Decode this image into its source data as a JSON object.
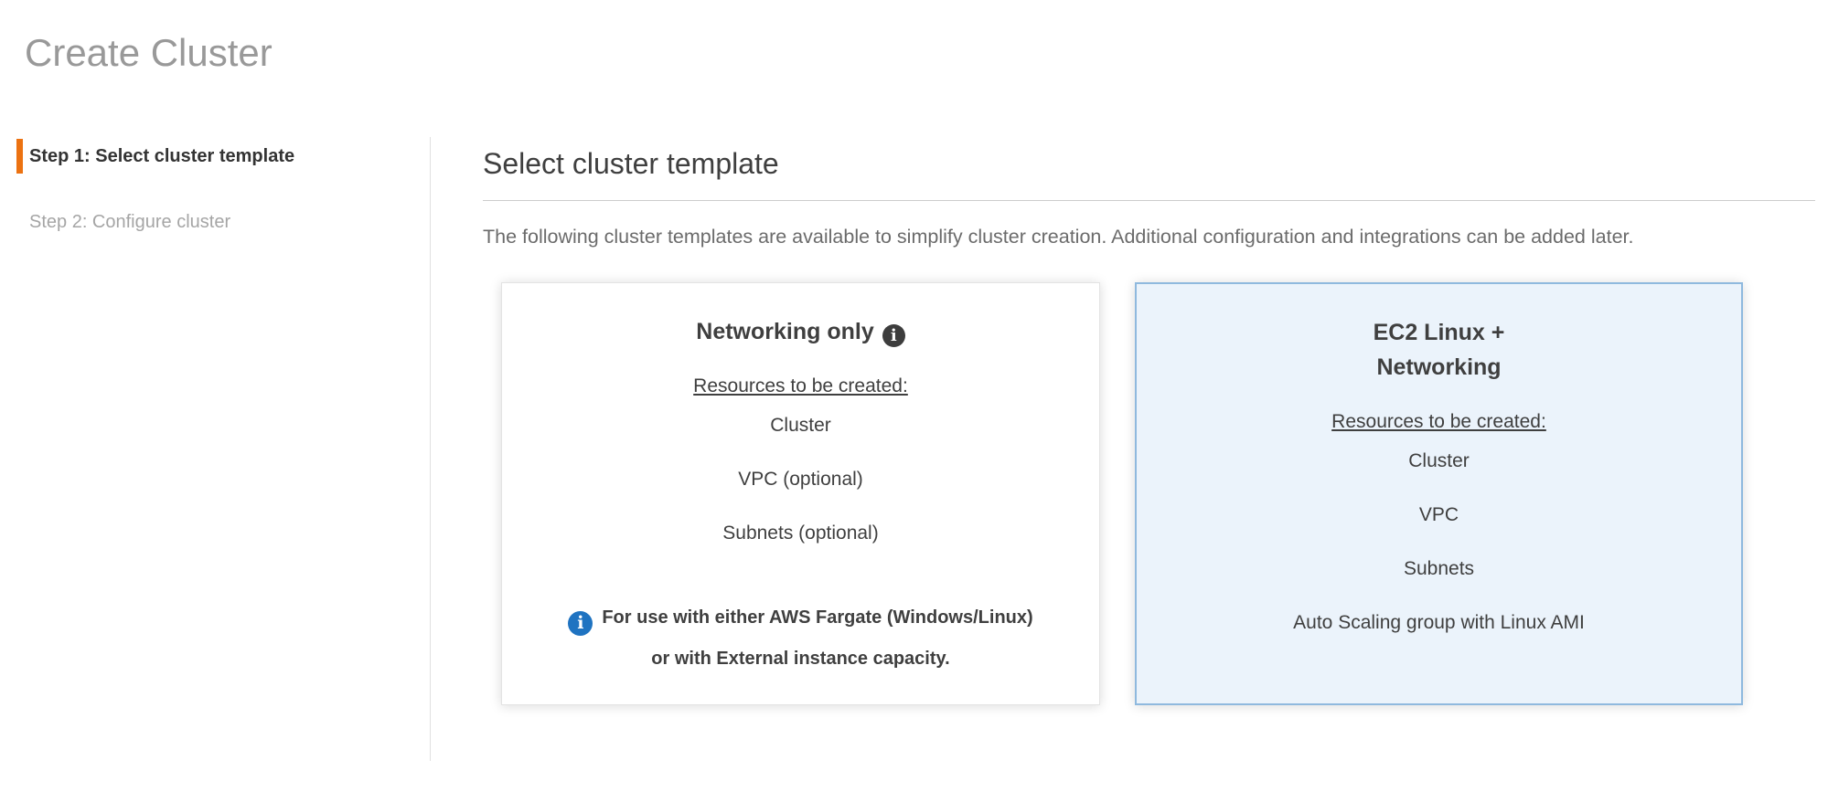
{
  "page_title": "Create Cluster",
  "steps": {
    "step1": "Step 1: Select cluster template",
    "step2": "Step 2: Configure cluster"
  },
  "main": {
    "heading": "Select cluster template",
    "description": "The following cluster templates are available to simplify cluster creation. Additional configuration and integrations can be added later."
  },
  "cards": {
    "networking_only": {
      "title": "Networking only",
      "resources_label": "Resources to be created:",
      "resources": [
        "Cluster",
        "VPC (optional)",
        "Subnets (optional)"
      ],
      "note_line1": "For use with either AWS Fargate (Windows/Linux)",
      "note_line2": "or with External instance capacity."
    },
    "ec2_linux_networking": {
      "title_line1": "EC2 Linux +",
      "title_line2": "Networking",
      "resources_label": "Resources to be created:",
      "resources": [
        "Cluster",
        "VPC",
        "Subnets",
        "Auto Scaling group with Linux AMI"
      ],
      "selected": true
    }
  },
  "icons": {
    "info_glyph": "i"
  },
  "colors": {
    "accent-orange": "#ec7211",
    "selected-card-bg": "#ebf3fb",
    "selected-card-border": "#8fb9de",
    "info-blue": "#1f73c1",
    "info-dark": "#3d3d3d",
    "title-gray": "#999999",
    "text-dark": "#3f3f3f",
    "text-muted": "#6b6b6b",
    "step-inactive": "#a5a5a5",
    "divider": "#e0e0e0",
    "card-border": "#e3e3e3"
  }
}
